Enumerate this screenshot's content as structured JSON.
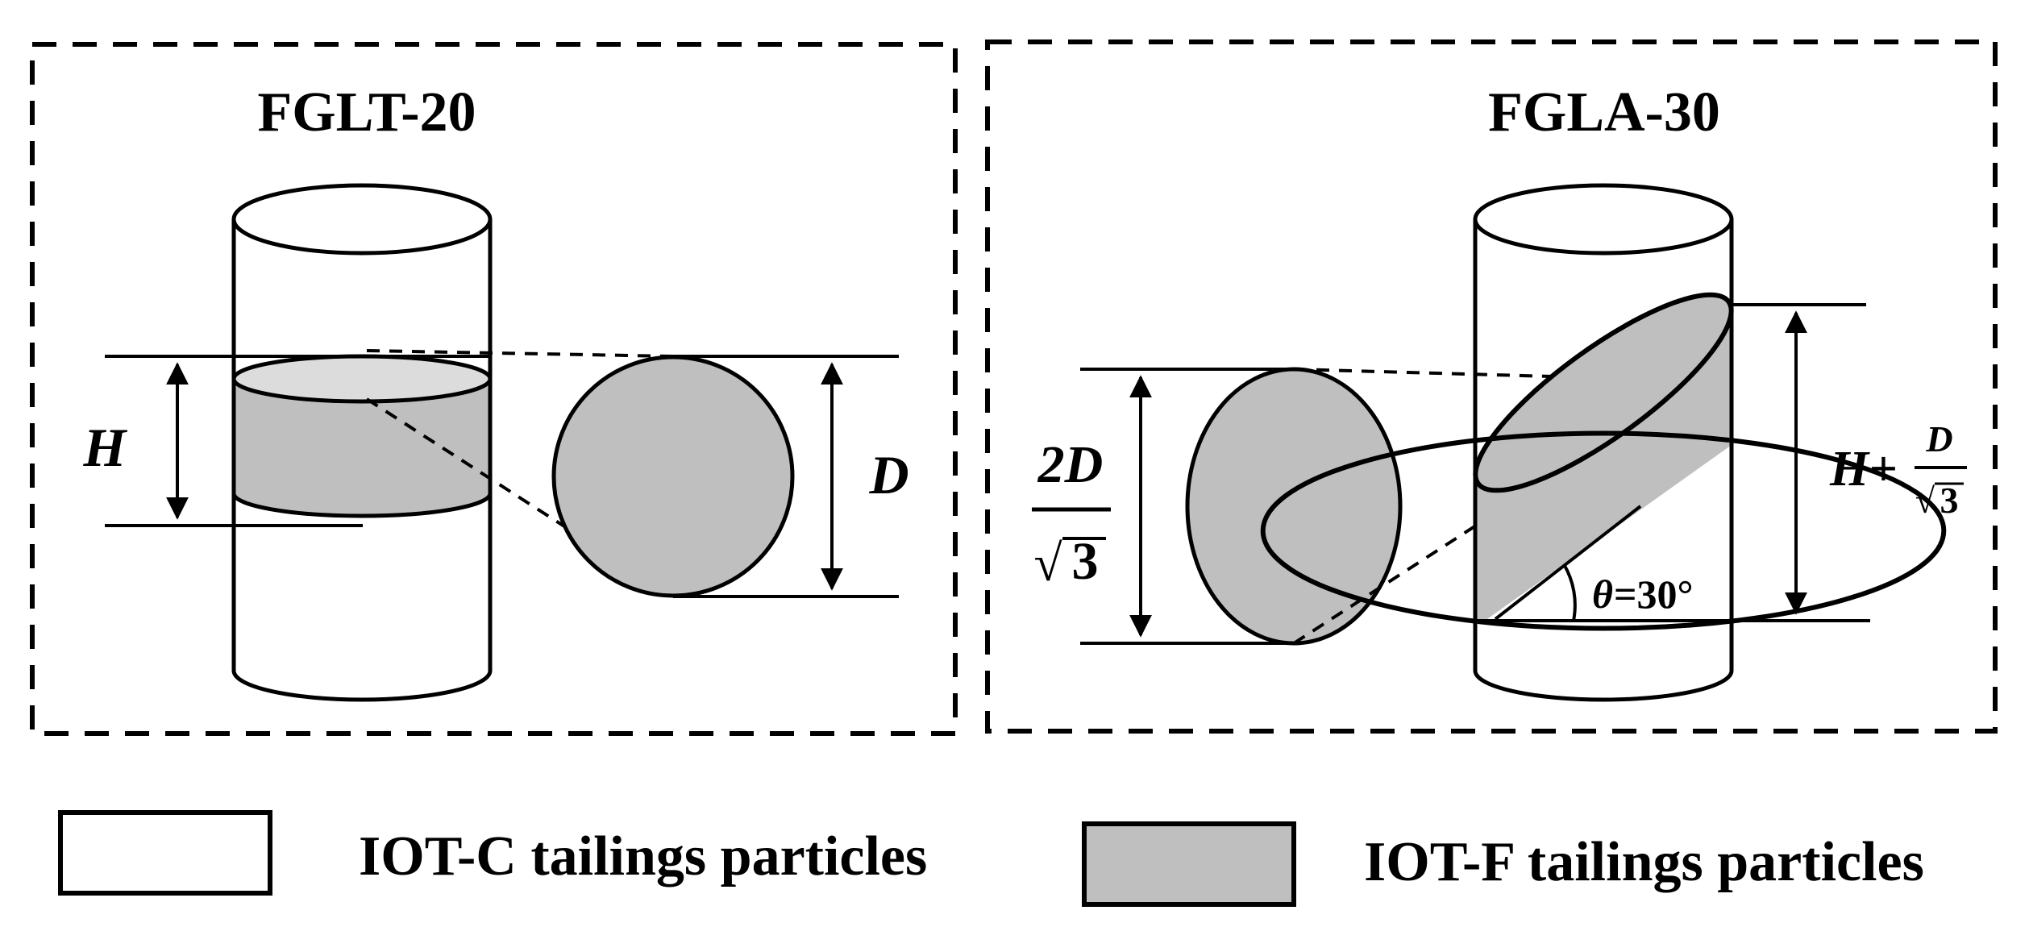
{
  "panels": {
    "left": {
      "title": "FGLT-20",
      "label_h": "H",
      "label_d": "D"
    },
    "right": {
      "title": "FGLA-30",
      "left_dim": {
        "numerator": "2D",
        "denominator_root": "√",
        "denominator": "3"
      },
      "right_dim": {
        "prefix": "H+",
        "numerator": "D",
        "denominator_root": "√",
        "denominator": "3"
      },
      "angle": {
        "symbol": "θ",
        "value": "=30°"
      }
    }
  },
  "legend": {
    "items": [
      {
        "label": "IOT-C tailings particles",
        "swatch_color": "#ffffff"
      },
      {
        "label": "IOT-F tailings particles",
        "swatch_color": "#bfbfbf"
      }
    ]
  },
  "colors": {
    "fill_gray": "#bfbfbf",
    "line": "#000000"
  }
}
